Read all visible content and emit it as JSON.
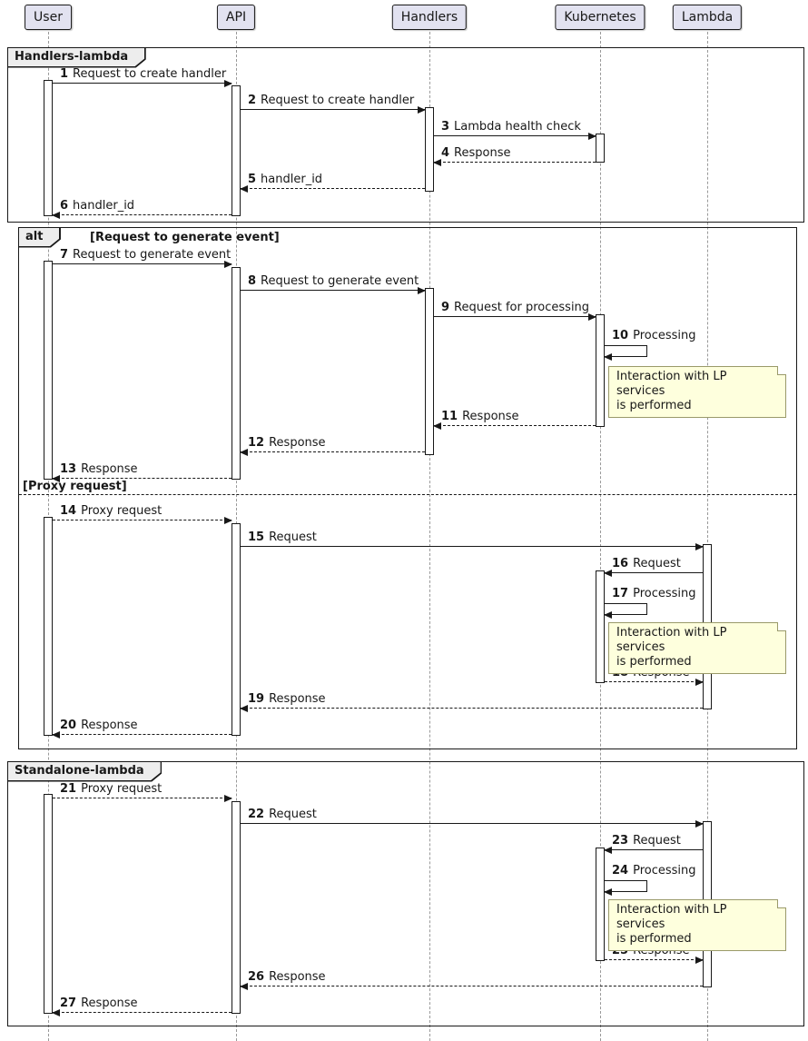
{
  "participants": [
    {
      "name": "User"
    },
    {
      "name": "API"
    },
    {
      "name": "Handlers"
    },
    {
      "name": "Kubernetes"
    },
    {
      "name": "Lambda"
    }
  ],
  "frames": {
    "handlers_lambda": {
      "title": "Handlers-lambda"
    },
    "alt": {
      "title": "alt",
      "condition1": "[Request to generate event]",
      "condition2": "[Proxy request]"
    },
    "standalone_lambda": {
      "title": "Standalone-lambda"
    }
  },
  "note": {
    "line1": "Interaction with LP services",
    "line2": "is performed"
  },
  "messages": [
    {
      "num": "1",
      "text": "Request to create handler"
    },
    {
      "num": "2",
      "text": "Request to create handler"
    },
    {
      "num": "3",
      "text": "Lambda health check"
    },
    {
      "num": "4",
      "text": "Response"
    },
    {
      "num": "5",
      "text": "handler_id"
    },
    {
      "num": "6",
      "text": "handler_id"
    },
    {
      "num": "7",
      "text": "Request to generate event"
    },
    {
      "num": "8",
      "text": "Request to generate event"
    },
    {
      "num": "9",
      "text": "Request for processing"
    },
    {
      "num": "10",
      "text": "Processing"
    },
    {
      "num": "11",
      "text": "Response"
    },
    {
      "num": "12",
      "text": "Response"
    },
    {
      "num": "13",
      "text": "Response"
    },
    {
      "num": "14",
      "text": "Proxy request"
    },
    {
      "num": "15",
      "text": "Request"
    },
    {
      "num": "16",
      "text": "Request"
    },
    {
      "num": "17",
      "text": "Processing"
    },
    {
      "num": "18",
      "text": "Response"
    },
    {
      "num": "19",
      "text": "Response"
    },
    {
      "num": "20",
      "text": "Response"
    },
    {
      "num": "21",
      "text": "Proxy request"
    },
    {
      "num": "22",
      "text": "Request"
    },
    {
      "num": "23",
      "text": "Request"
    },
    {
      "num": "24",
      "text": "Processing"
    },
    {
      "num": "25",
      "text": "Response"
    },
    {
      "num": "26",
      "text": "Response"
    },
    {
      "num": "27",
      "text": "Response"
    }
  ]
}
